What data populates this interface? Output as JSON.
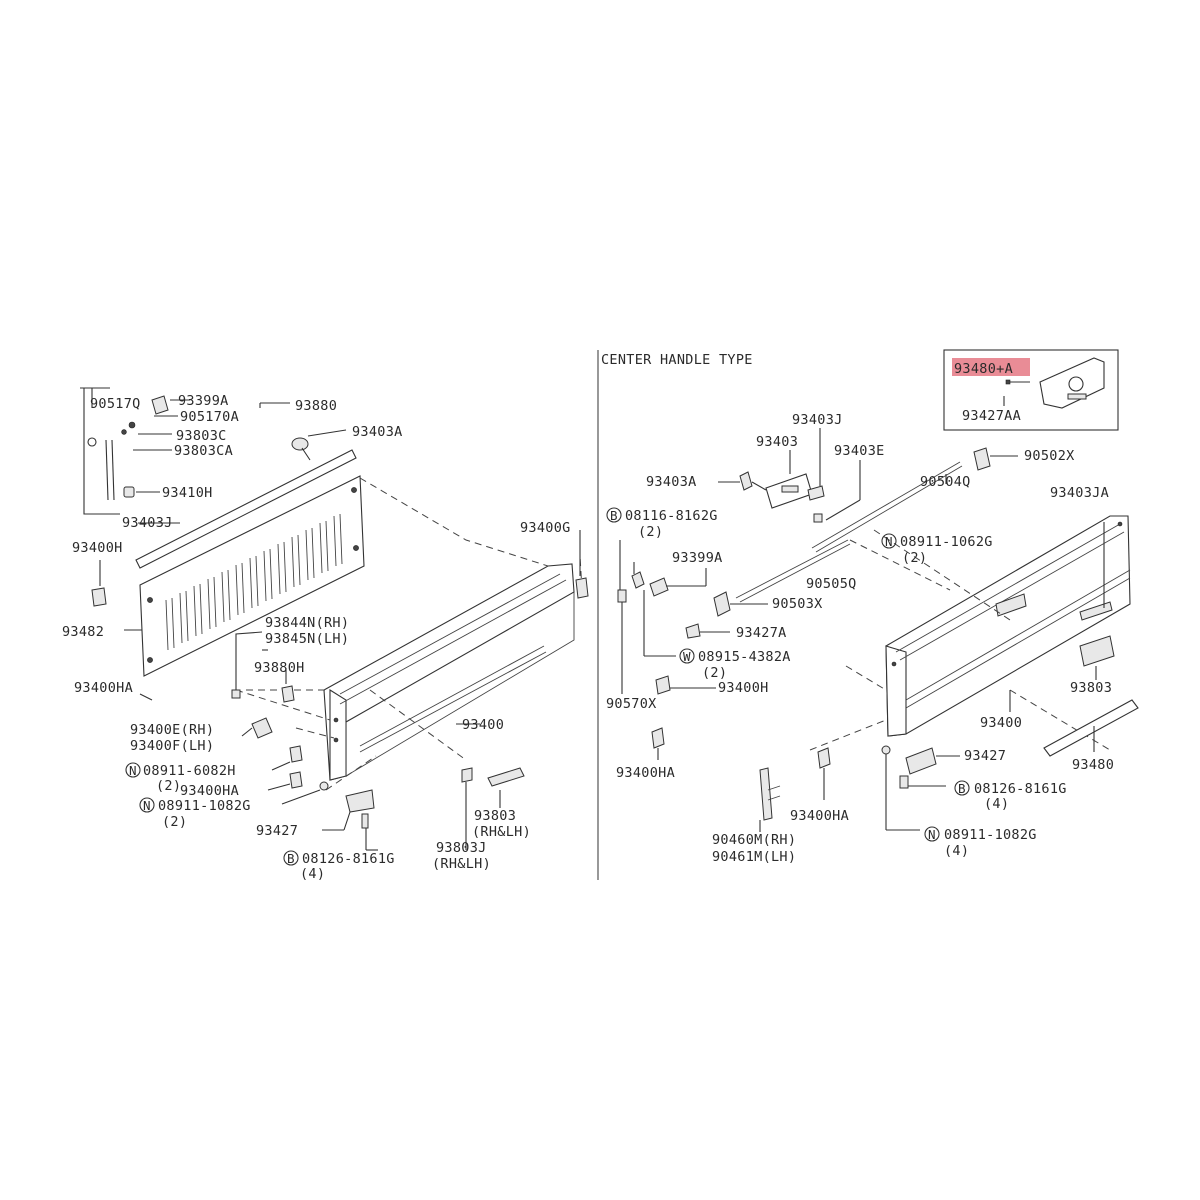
{
  "section_title": "CENTER HANDLE TYPE",
  "highlighted_part": "93480+A",
  "left_labels": {
    "p90517q": "90517Q",
    "p93399a": "93399A",
    "p905170a": "905170A",
    "p93803c": "93803C",
    "p93803ca": "93803CA",
    "p93880": "93880",
    "p93403a": "93403A",
    "p93410h": "93410H",
    "p93403j": "93403J",
    "p93400h": "93400H",
    "p93482": "93482",
    "p93844n": "93844N(RH)",
    "p93845n": "93845N(LH)",
    "p93880h": "93880H",
    "p93400ha_a": "93400HA",
    "p93400e": "93400E(RH)",
    "p93400f": "93400F(LH)",
    "p08911_6082h": "08911-6082H",
    "qty_2a": "(2)",
    "p93400ha_b": "93400HA",
    "p08911_1082g": "08911-1082G",
    "qty_2b": "(2)",
    "p93427": "93427",
    "p08126_8161g": "08126-8161G",
    "qty_4a": "(4)",
    "p93400g": "93400G",
    "p93400": "93400",
    "p93803": "93803",
    "rhlh_a": "(RH&LH)",
    "p93803j": "93803J",
    "rhlh_b": "(RH&LH)",
    "sym_n": "N",
    "sym_b": "B"
  },
  "right_labels": {
    "p93480a": "93480+A",
    "p93427aa": "93427AA",
    "p93403j": "93403J",
    "p93403": "93403",
    "p93403e": "93403E",
    "p93403a": "93403A",
    "p90502x": "90502X",
    "p90504q": "90504Q",
    "p08116_8162g": "08116-8162G",
    "qty_2a": "(2)",
    "p93399a": "93399A",
    "p08911_1062g": "08911-1062G",
    "qty_2b": "(2)",
    "p93403ja": "93403JA",
    "p90505q": "90505Q",
    "p90503x": "90503X",
    "p93427a": "93427A",
    "p08915_4382a": "08915-4382A",
    "qty_2c": "(2)",
    "p93400h": "93400H",
    "p90570x": "90570X",
    "p93803": "93803",
    "p93400": "93400",
    "p93400ha_a": "93400HA",
    "p93427": "93427",
    "p93480": "93480",
    "p08126_8161g": "08126-8161G",
    "qty_4a": "(4)",
    "p93400ha_b": "93400HA",
    "p90460m": "90460M(RH)",
    "p90461m": "90461M(LH)",
    "p08911_1082g": "08911-1082G",
    "qty_4b": "(4)",
    "sym_b": "B",
    "sym_w": "W",
    "sym_n": "N"
  }
}
